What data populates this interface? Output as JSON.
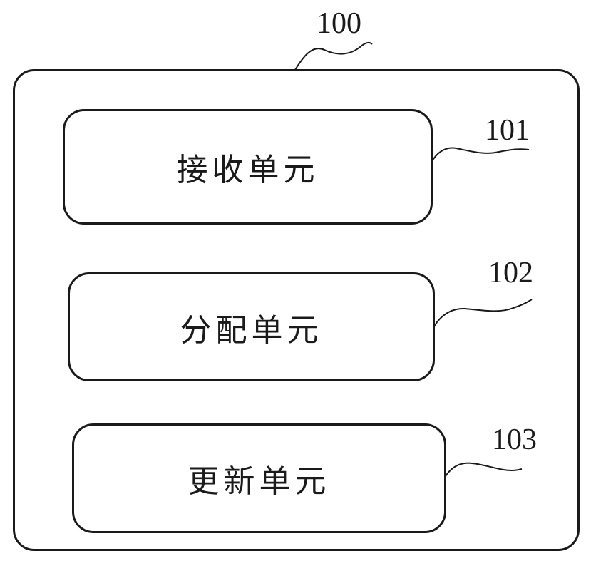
{
  "device": {
    "ref": "100"
  },
  "units": [
    {
      "ref": "101",
      "label": "接收单元"
    },
    {
      "ref": "102",
      "label": "分配单元"
    },
    {
      "ref": "103",
      "label": "更新单元"
    }
  ],
  "colors": {
    "stroke": "#1a1a1a",
    "background": "#ffffff"
  }
}
